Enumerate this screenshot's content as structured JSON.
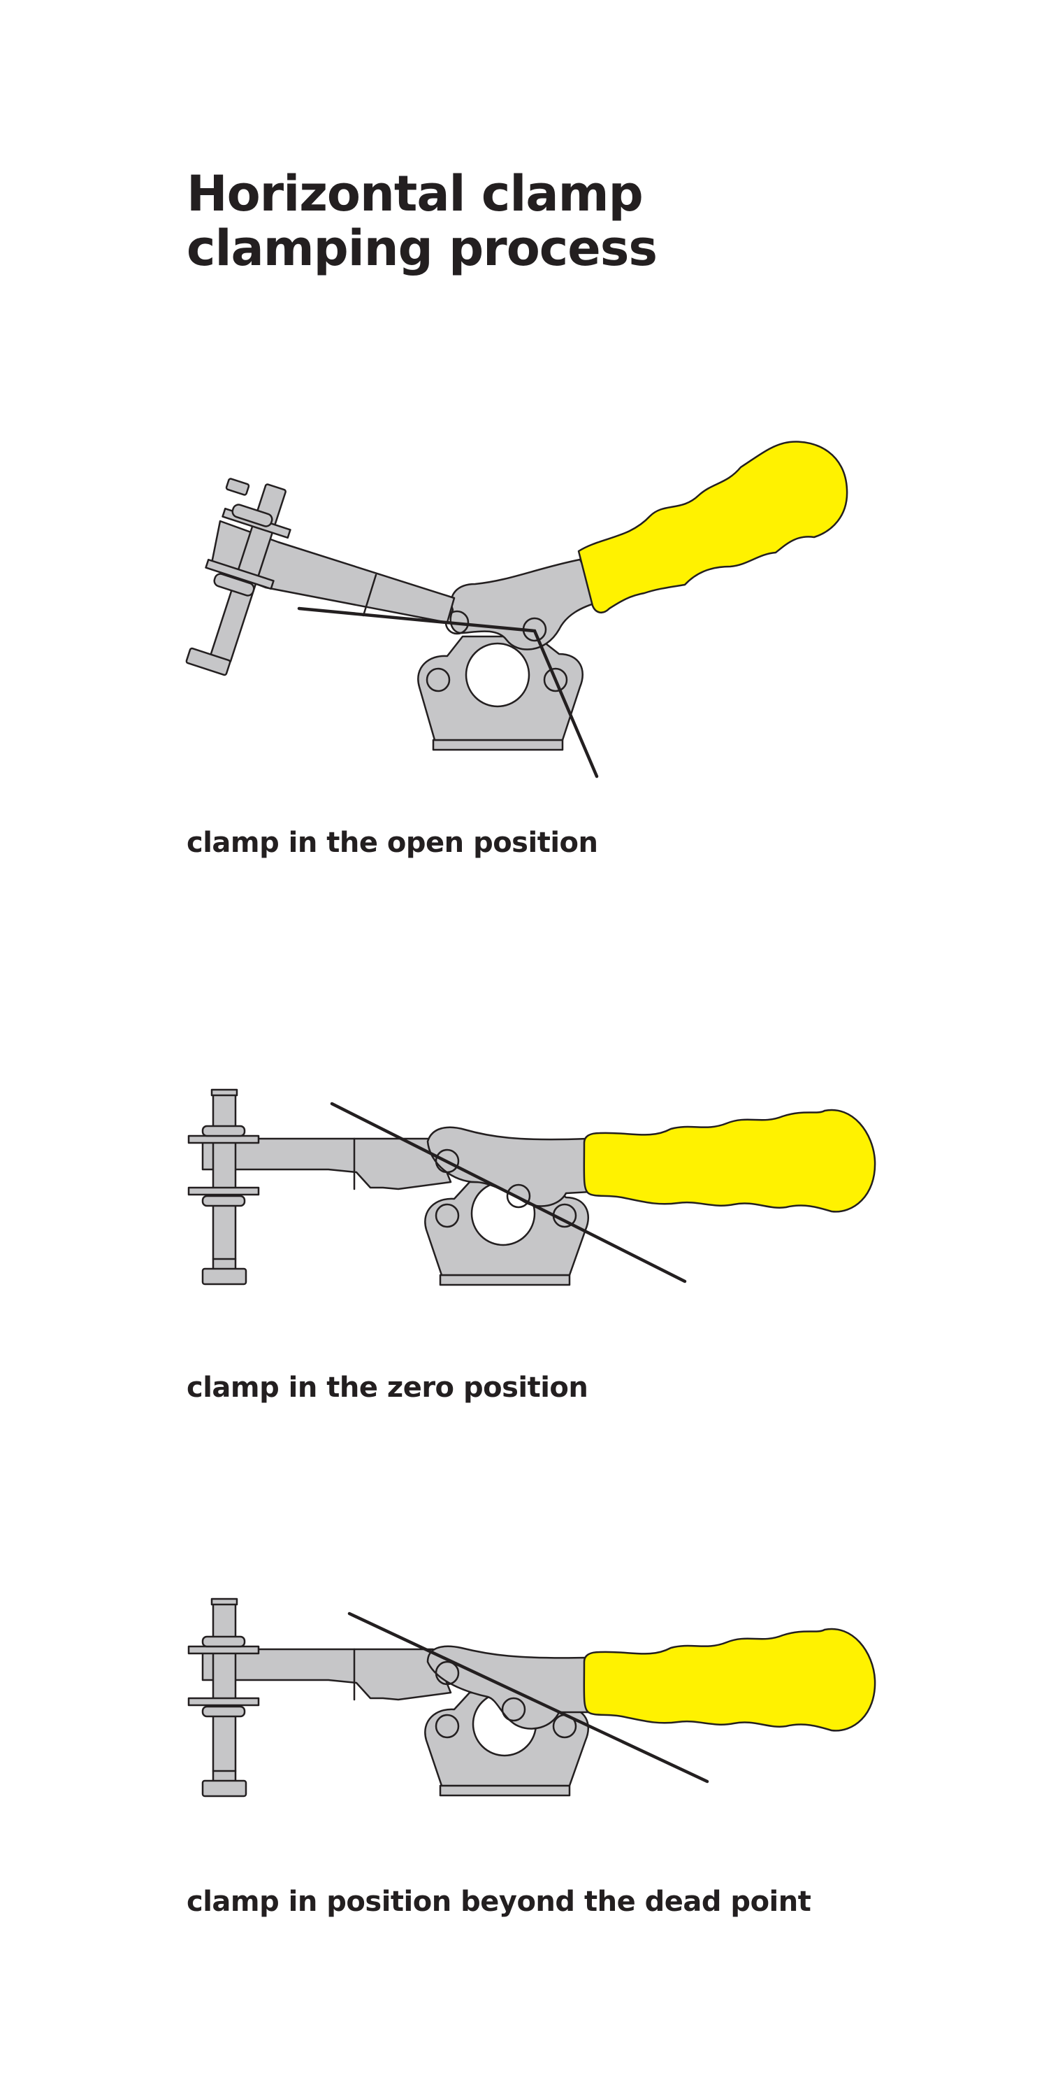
{
  "title": {
    "line1": "Horizontal clamp",
    "line2": "clamping process"
  },
  "colors": {
    "metal": "#c6c6c8",
    "handle": "#fff200",
    "outline": "#231f20",
    "text": "#231f20",
    "background": "#ffffff"
  },
  "stages": [
    {
      "caption": "clamp in the open position"
    },
    {
      "caption": "clamp in the zero position"
    },
    {
      "caption": "clamp in position beyond the dead point"
    }
  ]
}
